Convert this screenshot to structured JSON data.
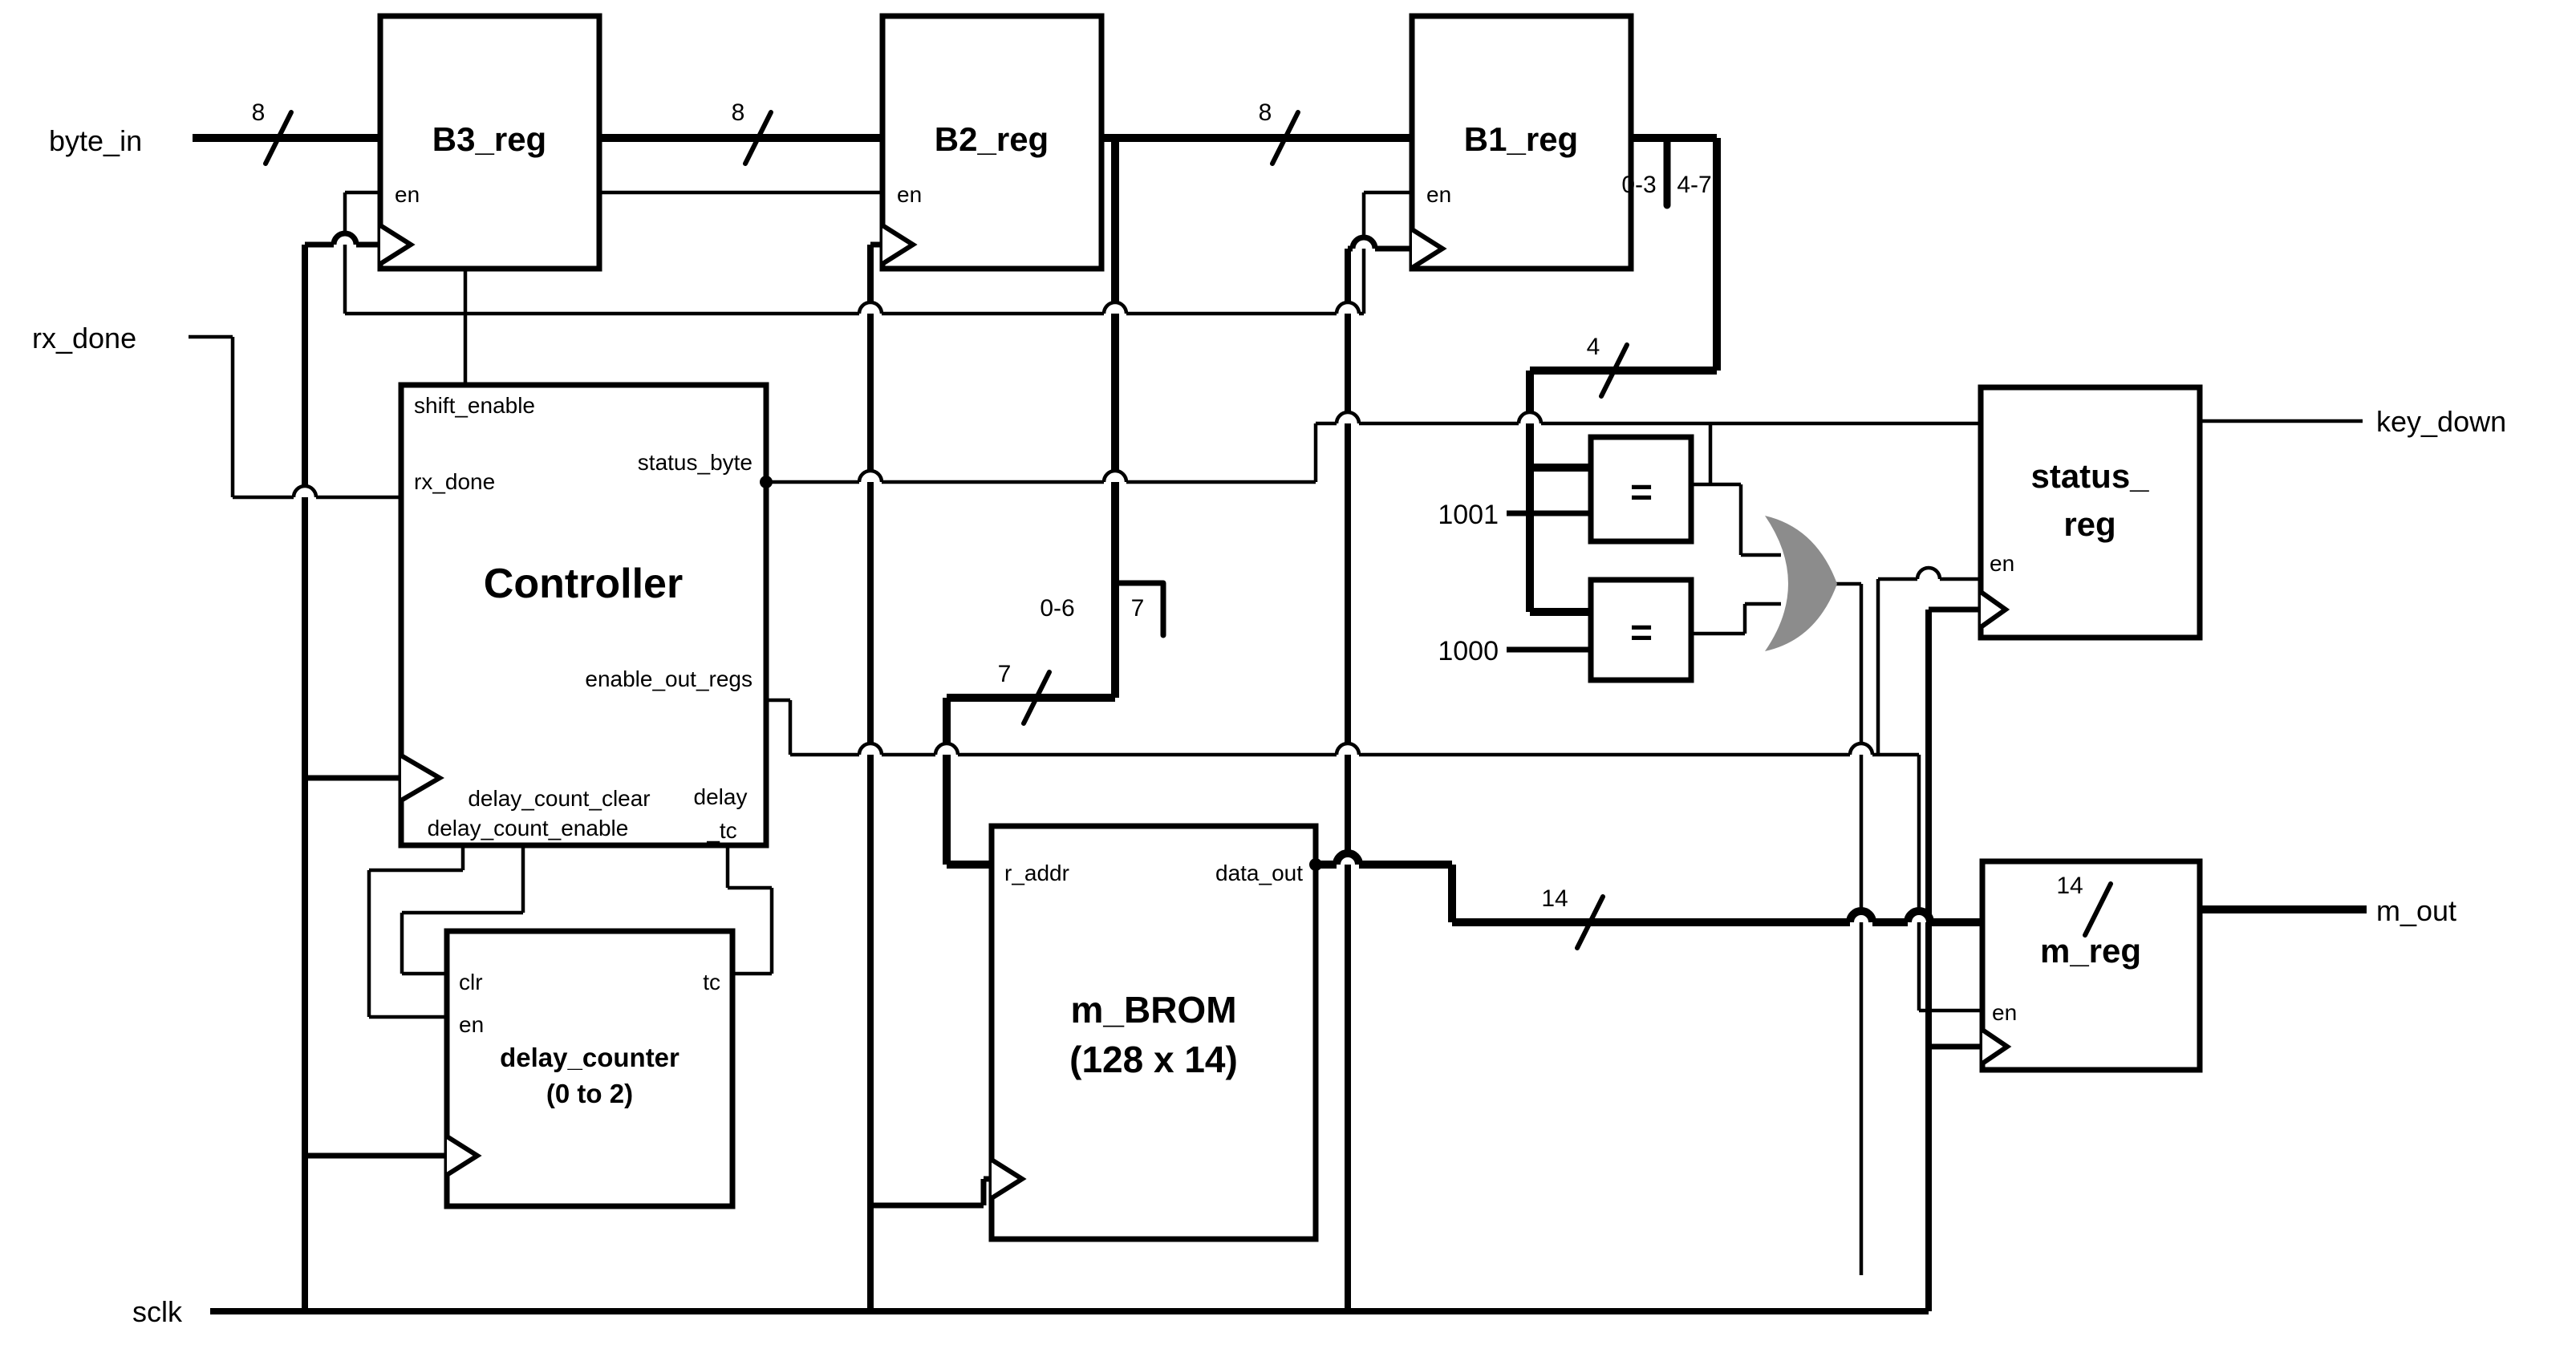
{
  "diagram": {
    "background": "#ffffff",
    "wire_color": "#000000",
    "or_gate_color": "#8c8c8c"
  },
  "external_signals": {
    "byte_in": "byte_in",
    "rx_done": "rx_done",
    "sclk": "sclk",
    "key_down": "key_down",
    "m_out": "m_out"
  },
  "blocks": {
    "b3_reg": {
      "title": "B3_reg",
      "en": "en"
    },
    "b2_reg": {
      "title": "B2_reg",
      "en": "en"
    },
    "b1_reg": {
      "title": "B1_reg",
      "en": "en"
    },
    "controller": {
      "title": "Controller",
      "pins": {
        "shift_enable": "shift_enable",
        "rx_done": "rx_done",
        "status_byte": "status_byte",
        "enable_out_regs": "enable_out_regs",
        "delay_count_clear": "delay_count_clear",
        "delay_count_enable": "delay_count_enable",
        "delay": "delay",
        "tc": "_tc"
      }
    },
    "delay_counter": {
      "title": "delay_counter",
      "subtitle": "(0 to 2)",
      "clr": "clr",
      "tc": "tc",
      "en": "en"
    },
    "m_brom": {
      "title": "m_BROM",
      "subtitle": "(128 x 14)",
      "r_addr": "r_addr",
      "data_out": "data_out"
    },
    "status_reg": {
      "title_line1": "status_",
      "title_line2": "reg",
      "en": "en"
    },
    "m_reg": {
      "title": "m_reg",
      "en": "en"
    },
    "comparator_top": {
      "symbol": "="
    },
    "comparator_bottom": {
      "symbol": "="
    }
  },
  "constants": {
    "make_code": "1001",
    "break_code": "1000"
  },
  "bus_labels": {
    "bits8": "8",
    "bits7": "7",
    "bits4": "4",
    "bits14": "14",
    "range_0_3": "0-3",
    "range_4_7": "4-7",
    "range_0_6": "0-6",
    "bit7": "7"
  }
}
